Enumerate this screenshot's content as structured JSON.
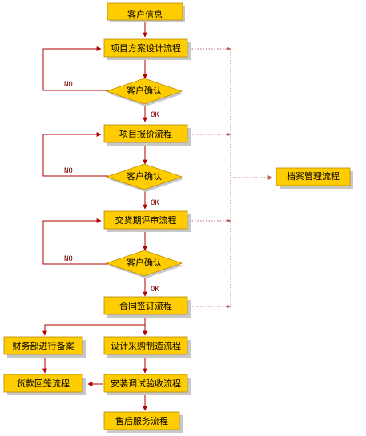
{
  "colors": {
    "box_fill": "#ffcc00",
    "box_stroke": "#b88a00",
    "shadow": "#c8c8c8",
    "arrow": "#b00000",
    "dotted": "#c06060"
  },
  "nodes": {
    "customer_info": "客户信息",
    "project_design": "项目方案设计流程",
    "confirm1": "客户确认",
    "project_quote": "项目报价流程",
    "confirm2": "客户确认",
    "delivery_review": "交货期评审流程",
    "confirm3": "客户确认",
    "contract": "合同签订流程",
    "finance": "财务部进行备案",
    "design_purchase": "设计采购制造流程",
    "payment": "货款回笼流程",
    "install": "安装调试验收流程",
    "after_sales": "售后服务流程",
    "archive": "档案管理流程"
  },
  "labels": {
    "no1": "NO",
    "no2": "NO",
    "no3": "NO",
    "ok1": "OK",
    "ok2": "OK",
    "ok3": "OK"
  }
}
